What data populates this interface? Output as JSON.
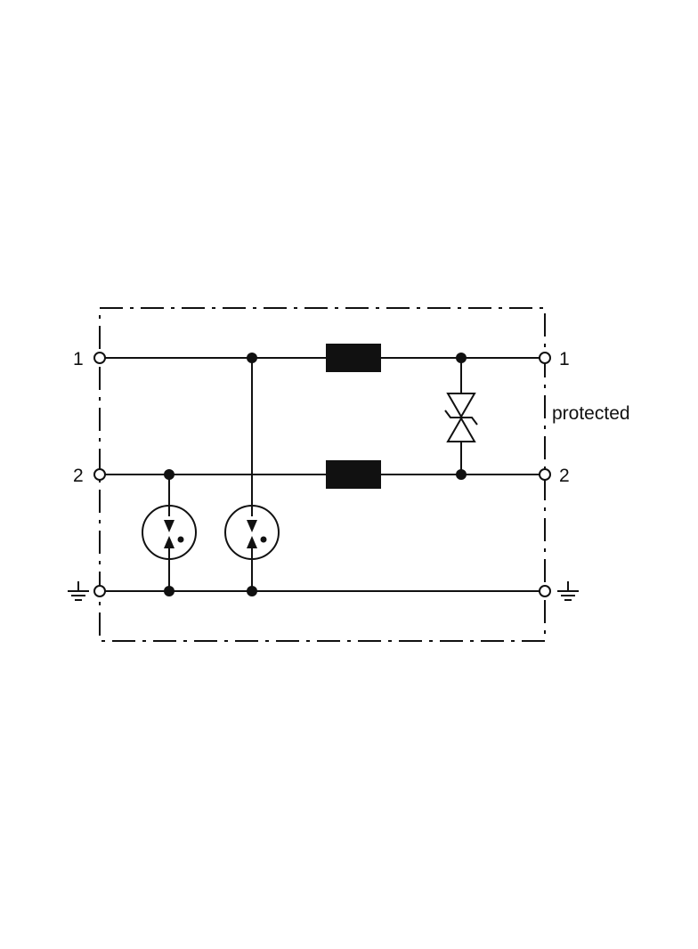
{
  "labels": {
    "left_terminal_1": "1",
    "left_terminal_2": "2",
    "right_terminal_1": "1",
    "right_terminal_2": "2",
    "protected_side": "protected"
  },
  "components": {
    "inductors": 2,
    "gas_discharge_tubes": 2,
    "bidirectional_tvs_diodes": 1,
    "ground_symbols": [
      "ground-icon",
      "ground-icon"
    ]
  },
  "colors": {
    "line": "#111111",
    "background": "#ffffff"
  }
}
